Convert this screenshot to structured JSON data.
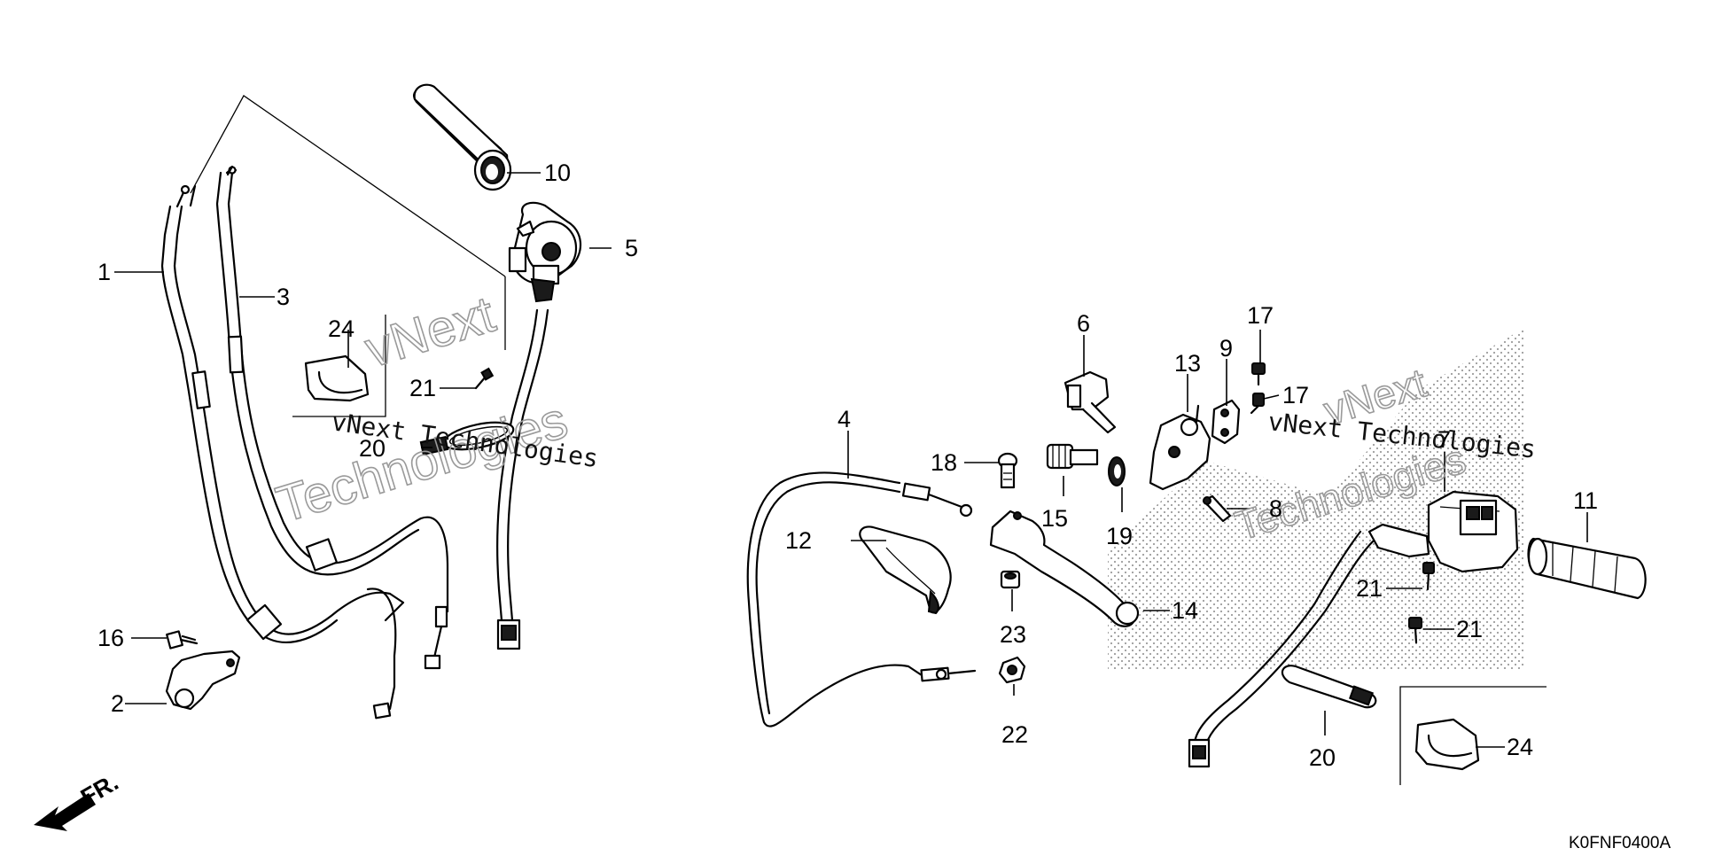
{
  "diagram": {
    "callouts": {
      "c1": "1",
      "c2": "2",
      "c3": "3",
      "c4": "4",
      "c5": "5",
      "c6": "6",
      "c7": "7",
      "c8": "8",
      "c9": "9",
      "c10": "10",
      "c11": "11",
      "c12": "12",
      "c13": "13",
      "c14": "14",
      "c15": "15",
      "c16": "16",
      "c17a": "17",
      "c17b": "17",
      "c18": "18",
      "c19": "19",
      "c20a": "20",
      "c20b": "20",
      "c21a": "21",
      "c21b": "21",
      "c21c": "21",
      "c22": "22",
      "c23": "23",
      "c24a": "24",
      "c24b": "24"
    },
    "front_indicator": "FR.",
    "figure_code": "K0FNF0400A",
    "watermark": {
      "line1": "vNext",
      "line2": "Technologies",
      "overlay": "vNext Technologies"
    }
  }
}
